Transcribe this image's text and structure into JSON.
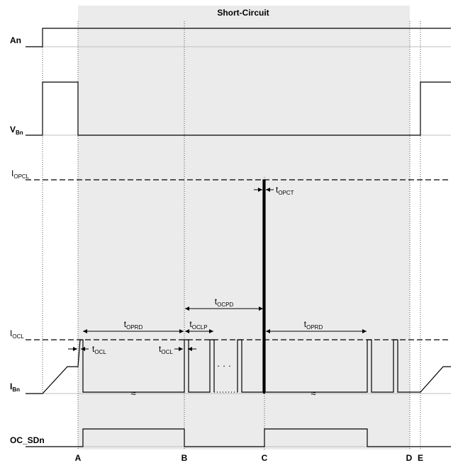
{
  "title": "Short-Circuit",
  "signals": {
    "an": "An",
    "vbn": {
      "main": "V",
      "sub": "Bn"
    },
    "iopcl": {
      "main": "I",
      "sub": "OPCL"
    },
    "iocl": {
      "main": "I",
      "sub": "OCL"
    },
    "ibn": {
      "main": "I",
      "sub": "Bn"
    },
    "oc_sdn": "OC_SDn"
  },
  "timings": {
    "toprd": {
      "main": "t",
      "sub": "OPRD"
    },
    "tocl": {
      "main": "t",
      "sub": "OCL"
    },
    "toclp": {
      "main": "t",
      "sub": "OCLP"
    },
    "tocpd": {
      "main": "t",
      "sub": "OCPD"
    },
    "topct": {
      "main": "t",
      "sub": "OPCT"
    }
  },
  "markers": [
    "A",
    "B",
    "C",
    "D",
    "E"
  ],
  "ellipsis": "· · ·",
  "break_mark": "≈",
  "colors": {
    "shade": "#ebebeb",
    "trace": "#000000",
    "baseline": "#bfbfbf",
    "dotted": "#555555"
  }
}
